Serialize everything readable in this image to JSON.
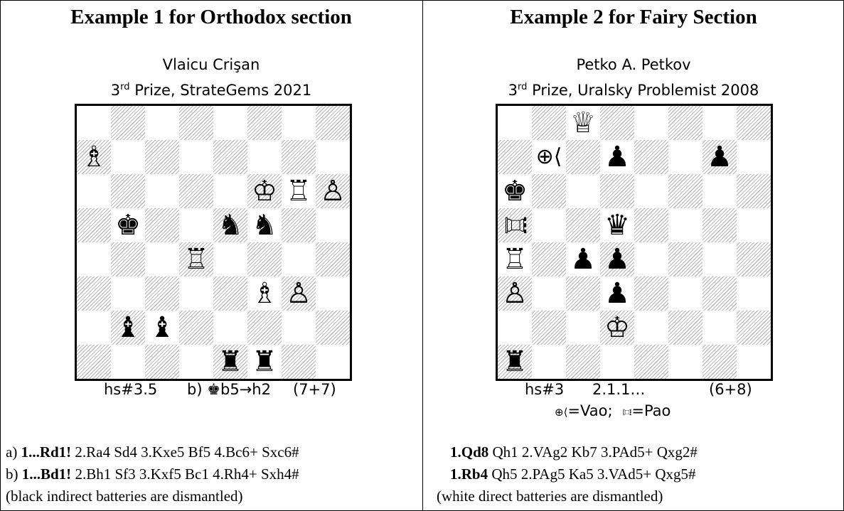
{
  "left": {
    "heading": "Example 1 for Orthodox section",
    "author": "Vlaicu Crişan",
    "award_prefix": "3",
    "award_sup": "rd",
    "award_rest": " Prize, StrateGems 2021",
    "stipulation": "hs#3.5",
    "twin": "b) ♚b5→h2",
    "count": "(7+7)",
    "sol_a_prefix": "a) ",
    "sol_a_bold": "1...Rd1!",
    "sol_a_rest": " 2.Ra4 Sd4 3.Kxe5 Bf5 4.Bc6+ Sxc6#",
    "sol_b_prefix": "b) ",
    "sol_b_bold": "1...Bd1!",
    "sol_b_rest": " 2.Bh1 Sf3 3.Kxf5 Bc1 4.Rh4+ Sxh4#",
    "note": "(black indirect batteries are dismantled)",
    "pieces": [
      {
        "sq": "a7",
        "glyph": "♗",
        "name": "white-bishop-icon"
      },
      {
        "sq": "f6",
        "glyph": "♔",
        "name": "white-king-icon"
      },
      {
        "sq": "g6",
        "glyph": "♖",
        "name": "white-rook-icon"
      },
      {
        "sq": "h6",
        "glyph": "♙",
        "name": "white-pawn-icon"
      },
      {
        "sq": "b5",
        "glyph": "♚",
        "name": "black-king-icon"
      },
      {
        "sq": "e5",
        "glyph": "♞",
        "name": "black-knight-icon"
      },
      {
        "sq": "f5",
        "glyph": "♞",
        "name": "black-knight-icon"
      },
      {
        "sq": "d4",
        "glyph": "♖",
        "name": "white-rook-icon"
      },
      {
        "sq": "f3",
        "glyph": "♗",
        "name": "white-bishop-icon"
      },
      {
        "sq": "g3",
        "glyph": "♙",
        "name": "white-pawn-icon"
      },
      {
        "sq": "b2",
        "glyph": "♝",
        "name": "black-bishop-icon"
      },
      {
        "sq": "c2",
        "glyph": "♝",
        "name": "black-bishop-icon"
      },
      {
        "sq": "e1",
        "glyph": "♜",
        "name": "black-rook-icon"
      },
      {
        "sq": "f1",
        "glyph": "♜",
        "name": "black-rook-icon"
      }
    ]
  },
  "right": {
    "heading": "Example 2 for Fairy Section",
    "author": "Petko A. Petkov",
    "award_prefix": "3",
    "award_sup": "rd",
    "award_rest": " Prize, Uralsky Problemist 2008",
    "stipulation": "hs#3",
    "solutions_count": "2.1.1…",
    "count": "(6+8)",
    "legend_vao": "=Vao;",
    "legend_pao": "=Pao",
    "sol1_bold": "1.Qd8",
    "sol1_rest": " Qh1 2.VAg2 Kb7 3.PAd5+ Qxg2#",
    "sol2_bold": "1.Rb4",
    "sol2_rest": " Qh5 2.PAg5 Ka5 3.VAd5+ Qxg5#",
    "note": "(white direct batteries are dismantled)",
    "pieces": [
      {
        "sq": "c8",
        "glyph": "♕",
        "name": "white-queen-icon"
      },
      {
        "sq": "b7",
        "glyph": "⊕⟨",
        "name": "white-vao-icon",
        "small": true
      },
      {
        "sq": "d7",
        "glyph": "♟",
        "name": "black-pawn-icon"
      },
      {
        "sq": "g7",
        "glyph": "♟",
        "name": "black-pawn-icon"
      },
      {
        "sq": "a6",
        "glyph": "♚",
        "name": "black-king-icon"
      },
      {
        "sq": "a5",
        "glyph": "♖",
        "name": "white-pao-icon",
        "rot": true
      },
      {
        "sq": "d5",
        "glyph": "♛",
        "name": "black-queen-icon"
      },
      {
        "sq": "a4",
        "glyph": "♖",
        "name": "white-rook-icon"
      },
      {
        "sq": "c4",
        "glyph": "♟",
        "name": "black-pawn-icon"
      },
      {
        "sq": "d4",
        "glyph": "♟",
        "name": "black-pawn-icon"
      },
      {
        "sq": "a3",
        "glyph": "♙",
        "name": "white-pawn-icon"
      },
      {
        "sq": "d3",
        "glyph": "♟",
        "name": "black-pawn-icon"
      },
      {
        "sq": "d2",
        "glyph": "♔",
        "name": "white-king-icon"
      },
      {
        "sq": "a1",
        "glyph": "♜",
        "name": "black-rook-icon"
      }
    ]
  }
}
